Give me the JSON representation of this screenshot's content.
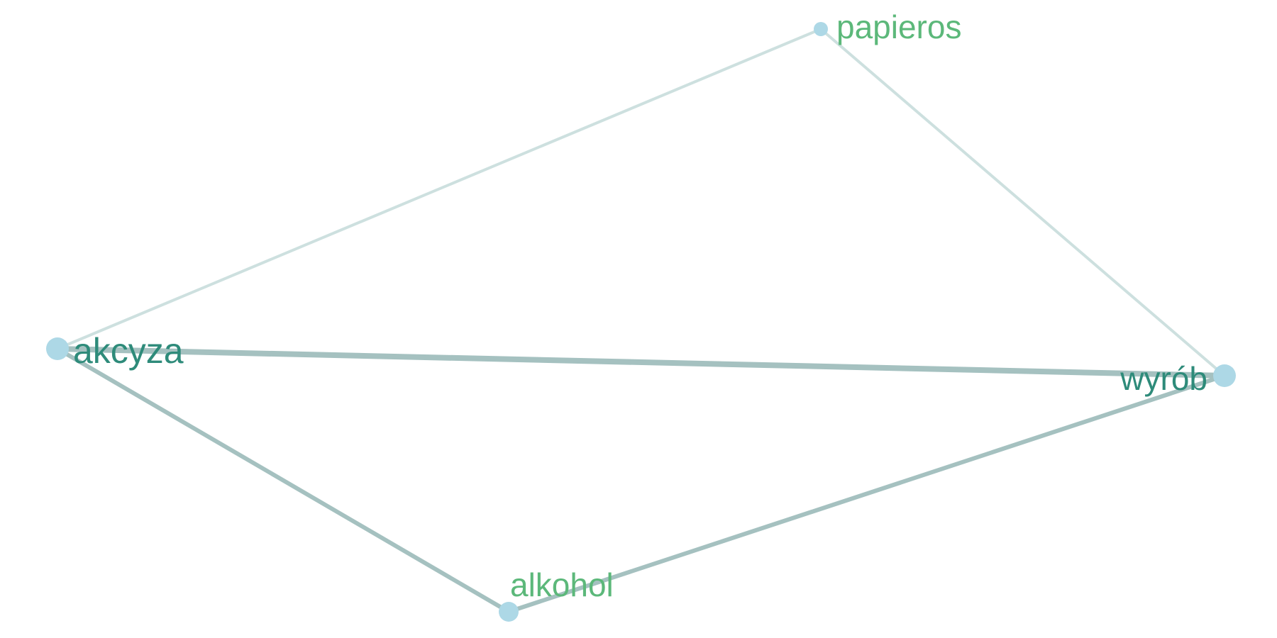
{
  "graph": {
    "nodes": [
      {
        "id": "akcyza",
        "label": "akcyza",
        "label_color": "#2e8b7a",
        "size": "large"
      },
      {
        "id": "wyrob",
        "label": "wyrób",
        "label_color": "#2e8b7a",
        "size": "large"
      },
      {
        "id": "papieros",
        "label": "papieros",
        "label_color": "#5cb87a",
        "size": "small"
      },
      {
        "id": "alkohol",
        "label": "alkohol",
        "label_color": "#5cb87a",
        "size": "medium"
      }
    ],
    "edges": [
      {
        "source": "akcyza",
        "target": "wyrob",
        "strength": "strong",
        "color": "#a5c1c0"
      },
      {
        "source": "akcyza",
        "target": "papieros",
        "strength": "weak",
        "color": "#cde0df"
      },
      {
        "source": "papieros",
        "target": "wyrob",
        "strength": "weak",
        "color": "#cde0df"
      },
      {
        "source": "akcyza",
        "target": "alkohol",
        "strength": "medium",
        "color": "#a5c1c0"
      },
      {
        "source": "alkohol",
        "target": "wyrob",
        "strength": "medium",
        "color": "#a5c1c0"
      }
    ],
    "node_color": "#add8e6"
  }
}
